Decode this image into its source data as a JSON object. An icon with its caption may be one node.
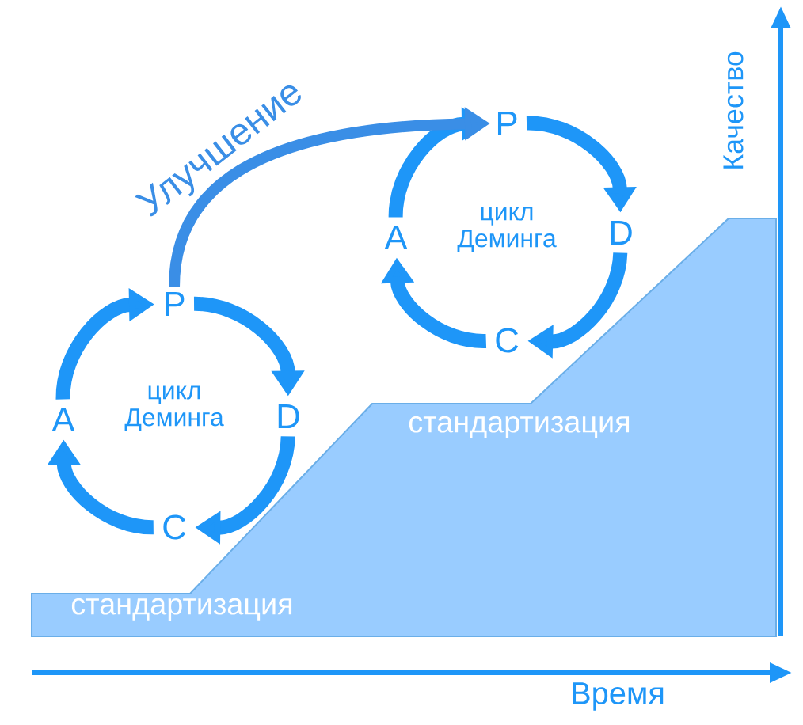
{
  "diagram": {
    "nodes": [
      {
        "text": [
          "цикл Деминга"
        ]
      },
      {
        "text": [
          "P"
        ]
      },
      {
        "text": [
          "D"
        ]
      },
      {
        "text": [
          "C"
        ]
      },
      {
        "text": [
          "A"
        ]
      },
      {
        "text": [
          "цикл Деминга"
        ]
      },
      {
        "text": [
          "P"
        ]
      },
      {
        "text": [
          "D"
        ]
      },
      {
        "text": [
          "C"
        ]
      },
      {
        "text": [
          "A"
        ]
      }
    ],
    "edges": [
      {
        "from": 1,
        "to": 2,
        "arrow": "to"
      },
      {
        "from": 2,
        "to": 3,
        "arrow": "to"
      },
      {
        "from": 3,
        "to": 4,
        "arrow": "to"
      },
      {
        "from": 4,
        "to": 1,
        "arrow": "to"
      },
      {
        "from": 6,
        "to": 7,
        "arrow": "to"
      },
      {
        "from": 7,
        "to": 8,
        "arrow": "to"
      },
      {
        "from": 8,
        "to": 9,
        "arrow": "to"
      },
      {
        "from": 9,
        "to": 6,
        "arrow": "to"
      },
      {
        "from": 1,
        "to": 6,
        "arrow": "to",
        "label": "Улучшение"
      }
    ],
    "labels": [
      "Качество",
      "стандартизация",
      "стандартизация",
      "Время"
    ]
  }
}
